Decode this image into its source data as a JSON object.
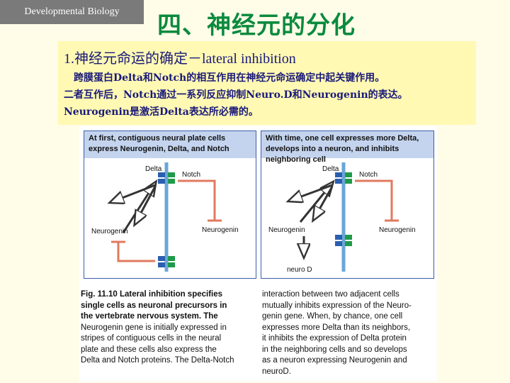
{
  "header": {
    "tag": "Developmental Biology",
    "title": "四、神经元的分化"
  },
  "section": {
    "subtitle": "1.神经元命运的确定－lateral inhibition",
    "lines": [
      "　跨膜蛋白Delta和Notch的相互作用在神经元命运确定中起关键作用。",
      "二者互作后，Notch通过一系列反应抑制Neuro.D和Neurogenin的表达。",
      "Neurogenin是激活Delta表达所必需的。"
    ]
  },
  "figure": {
    "left_header": "At first, contiguous neural plate cells express Neurogenin, Delta, and Notch",
    "right_header": "With time, one cell expresses more Delta, develops into a neuron, and inhibits neighboring cell",
    "labels": {
      "delta": "Delta",
      "notch": "Notch",
      "neurogenin": "Neurogenin",
      "neurod": "neuro D"
    },
    "caption_left": [
      "Fig. 11.10  Lateral inhibition specifies",
      "single cells as neuronal precursors in",
      "the vertebrate nervous system. The",
      "Neurogenin gene is initially expressed in",
      "stripes of contiguous cells in the neural",
      "plate and these cells also express the",
      "Delta and Notch proteins. The Delta-Notch"
    ],
    "caption_right": [
      "interaction between two adjacent cells",
      "mutually inhibits expression of the Neuro-",
      "genin gene. When, by chance, one cell",
      "expresses more Delta than its neighbors,",
      "it inhibits the expression of Delta protein",
      "in the neighboring cells and so develops",
      "as a neuron expressing Neurogenin and",
      "neuroD."
    ]
  }
}
